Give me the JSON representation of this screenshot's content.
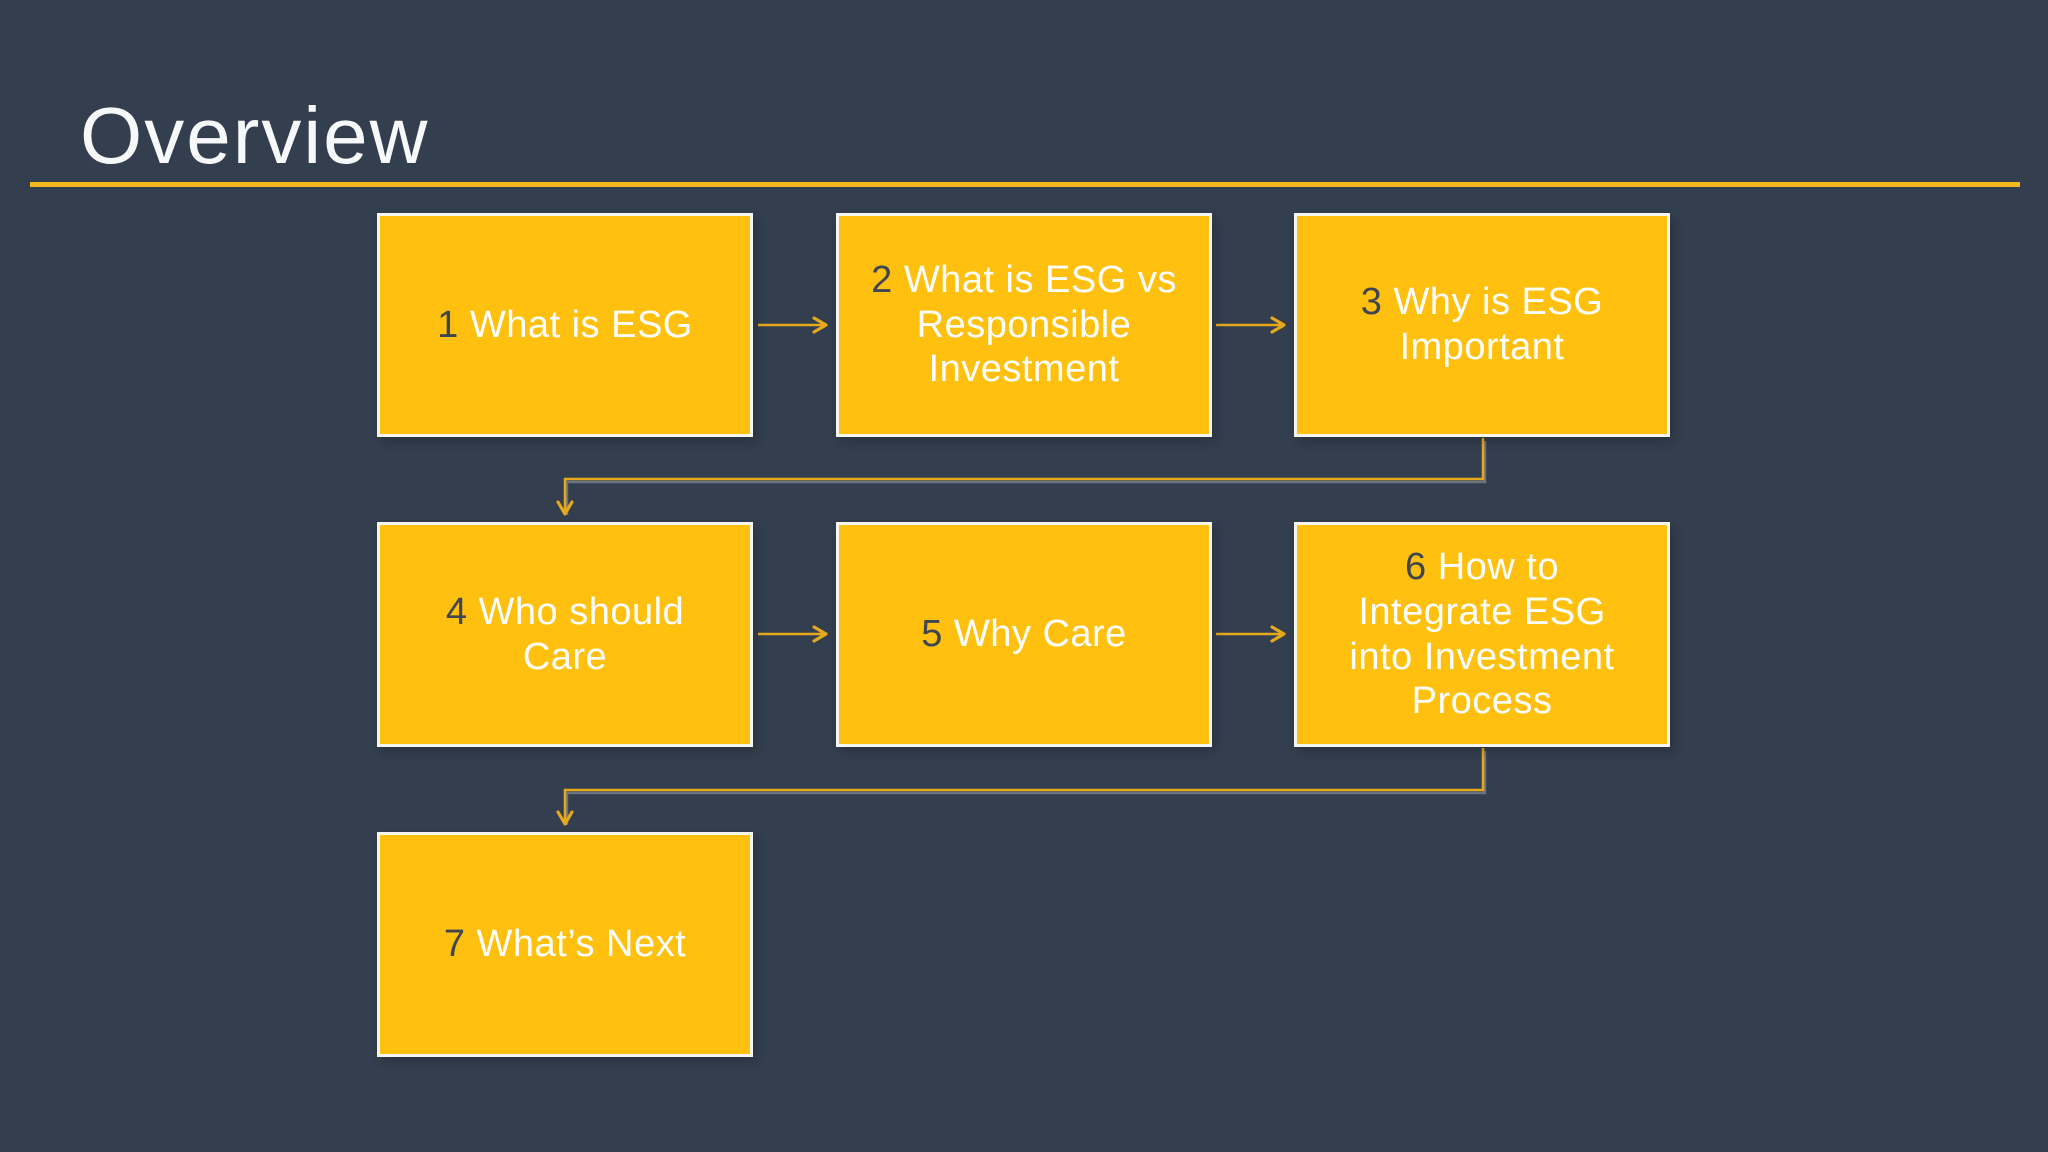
{
  "slide": {
    "title": "Overview",
    "colors": {
      "background": "#333E4E",
      "title_text": "#F7F8FA",
      "title_rule_gold": "#F5B71E",
      "node_fill_gold": "#FFC010",
      "node_border": "#F5F5F2",
      "node_number_dark": "#3F4650",
      "node_label_white": "#FFFFFF",
      "connector_gold": "#E6A91C"
    }
  },
  "flowchart": {
    "boxes": [
      {
        "number": "1",
        "label": "What is ESG"
      },
      {
        "number": "2",
        "label": "What is ESG vs\nResponsible\nInvestment"
      },
      {
        "number": "3",
        "label": "Why is ESG\nImportant"
      },
      {
        "number": "4",
        "label": "Who should\nCare"
      },
      {
        "number": "5",
        "label": "Why Care"
      },
      {
        "number": "6",
        "label": "How to\nIntegrate ESG\ninto Investment\nProcess"
      },
      {
        "number": "7",
        "label": "What’s Next"
      }
    ],
    "connections": [
      "1 → 2",
      "2 → 3",
      "3 → 4",
      "4 → 5",
      "5 → 6",
      "6 → 7"
    ]
  }
}
